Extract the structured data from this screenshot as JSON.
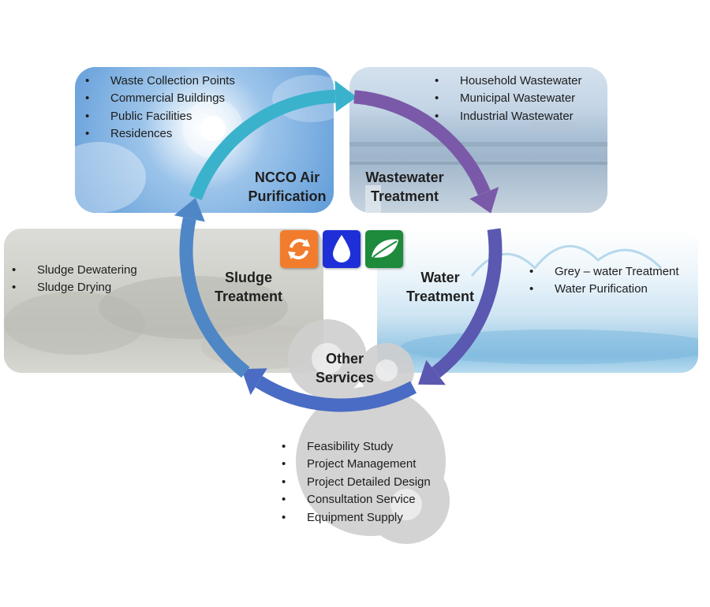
{
  "segments": {
    "air": {
      "title_line1": "NCCO Air",
      "title_line2": "Purification",
      "items": [
        "Waste Collection Points",
        "Commercial Buildings",
        "Public Facilities",
        "Residences"
      ]
    },
    "wastewater": {
      "title_line1": "Wastewater",
      "title_line2": "Treatment",
      "items": [
        "Household Wastewater",
        "Municipal Wastewater",
        "Industrial Wastewater"
      ]
    },
    "water": {
      "title_line1": "Water",
      "title_line2": "Treatment",
      "items": [
        "Grey – water Treatment",
        "Water Purification"
      ]
    },
    "sludge": {
      "title_line1": "Sludge",
      "title_line2": "Treatment",
      "items": [
        "Sludge Dewatering",
        "Sludge Drying"
      ]
    },
    "other": {
      "title_line1": "Other",
      "title_line2": "Services",
      "items": [
        "Feasibility Study",
        "Project Management",
        "Project Detailed Design",
        "Consultation Service",
        "Equipment Supply"
      ]
    }
  },
  "icons": [
    "recycle-icon",
    "water-drop-icon",
    "leaf-icon"
  ],
  "colors": {
    "arrow_air": "#3bb2cc",
    "arrow_wastewater": "#7a5aa8",
    "arrow_water": "#5a58b0",
    "arrow_services": "#4a6cc4",
    "arrow_sludge": "#4f86c6",
    "icon_recycle": "#f27c2e",
    "icon_drop": "#1f2fd8",
    "icon_leaf": "#1d8a3c"
  }
}
